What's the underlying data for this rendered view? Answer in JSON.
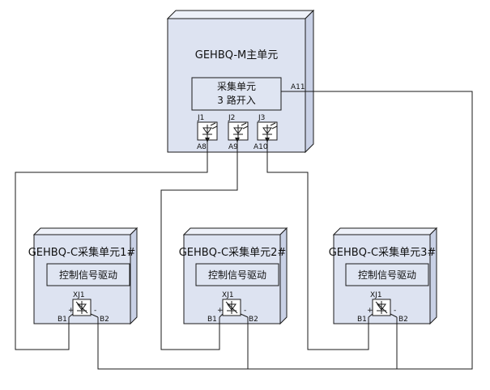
{
  "main_unit": {
    "title": "GEHBQ-M主单元",
    "collector_line1": "采集单元",
    "collector_line2": "3 路开入",
    "pins": [
      "J1",
      "J2",
      "J3"
    ],
    "ports": [
      "A8",
      "A9",
      "A10"
    ],
    "port_a11": "A11"
  },
  "sub_units": [
    {
      "title": "GEHBQ-C采集单元1#",
      "inner_label": "控制信号驱动",
      "xj": "XJ1",
      "b1": "B1",
      "b2": "B2",
      "plus": "+",
      "minus": "-"
    },
    {
      "title": "GEHBQ-C采集单元2#",
      "inner_label": "控制信号驱动",
      "xj": "XJ1",
      "b1": "B1",
      "b2": "B2",
      "plus": "+",
      "minus": "-"
    },
    {
      "title": "GEHBQ-C采集单元3#",
      "inner_label": "控制信号驱动",
      "xj": "XJ1",
      "b1": "B1",
      "b2": "B2",
      "plus": "+",
      "minus": "-"
    }
  ],
  "colors": {
    "box_face": "#dde3f1",
    "box_top": "#eef1f9",
    "box_side": "#c9d1e6",
    "line": "#1a1a1a"
  }
}
